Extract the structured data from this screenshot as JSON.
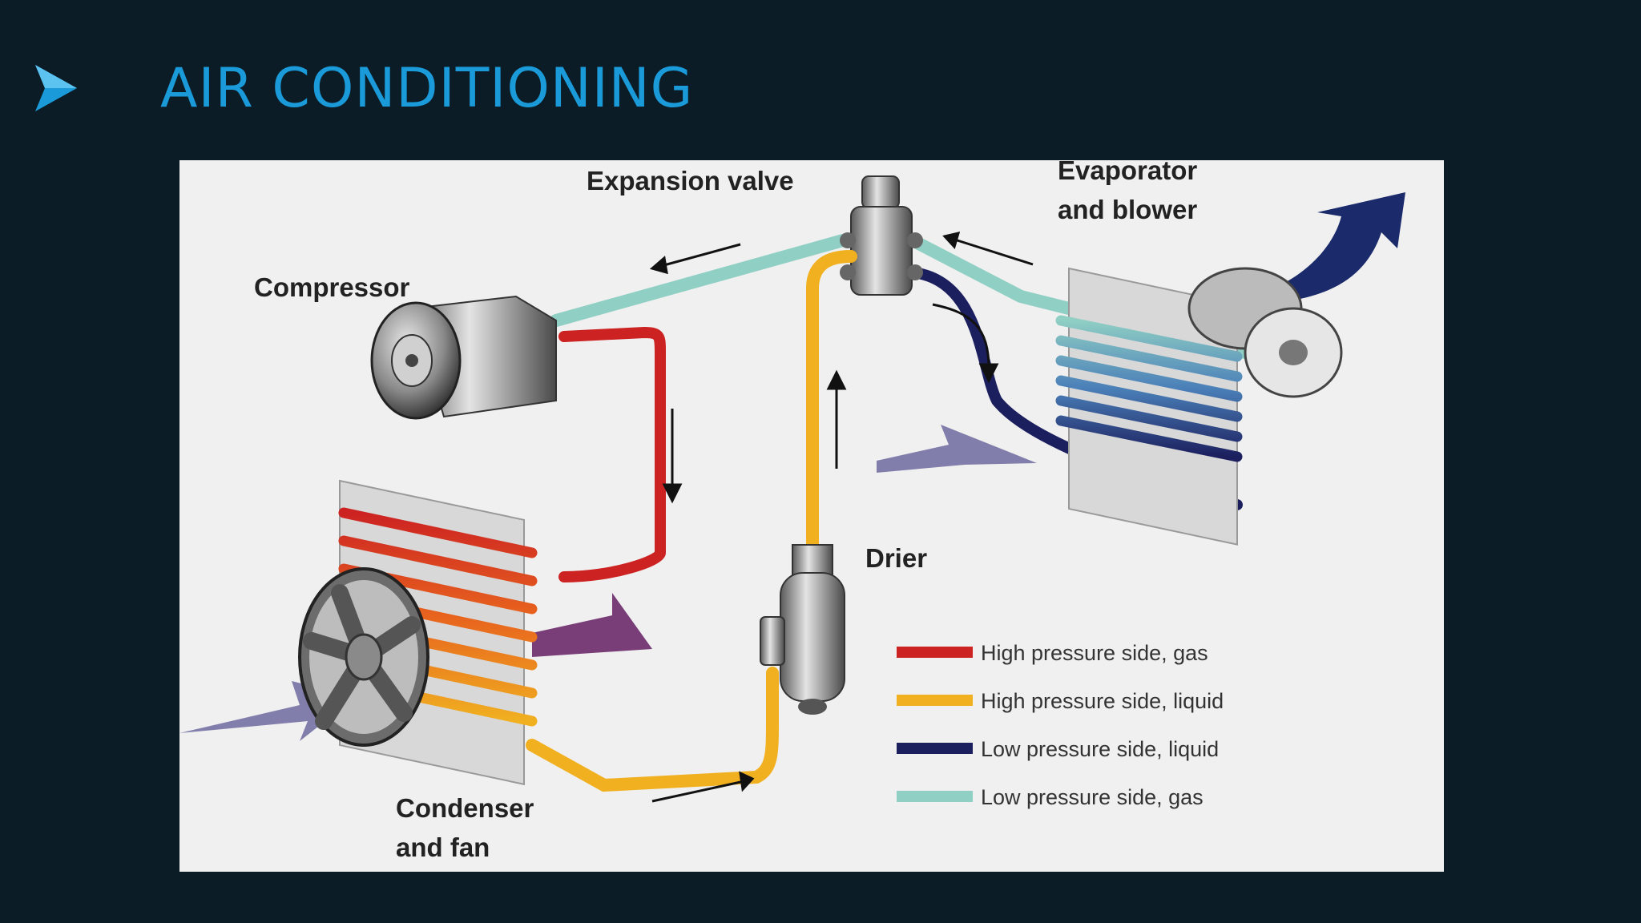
{
  "slide": {
    "title": "AIR CONDITIONING",
    "bullet_icon": "arrowhead-bullet-icon"
  },
  "diagram": {
    "background": "#f0f0f0",
    "components": {
      "expansion_valve": "Expansion valve",
      "evaporator_line1": "Evaporator",
      "evaporator_line2": "and blower",
      "compressor": "Compressor",
      "drier": "Drier",
      "condenser_line1": "Condenser",
      "condenser_line2": "and fan"
    },
    "legend": [
      {
        "label": "High pressure side, gas",
        "color": "#cc2222"
      },
      {
        "label": "High pressure side, liquid",
        "color": "#f0b020"
      },
      {
        "label": "Low pressure side, liquid",
        "color": "#1b1f5e"
      },
      {
        "label": "Low pressure side, gas",
        "color": "#8fcfc4"
      }
    ]
  }
}
